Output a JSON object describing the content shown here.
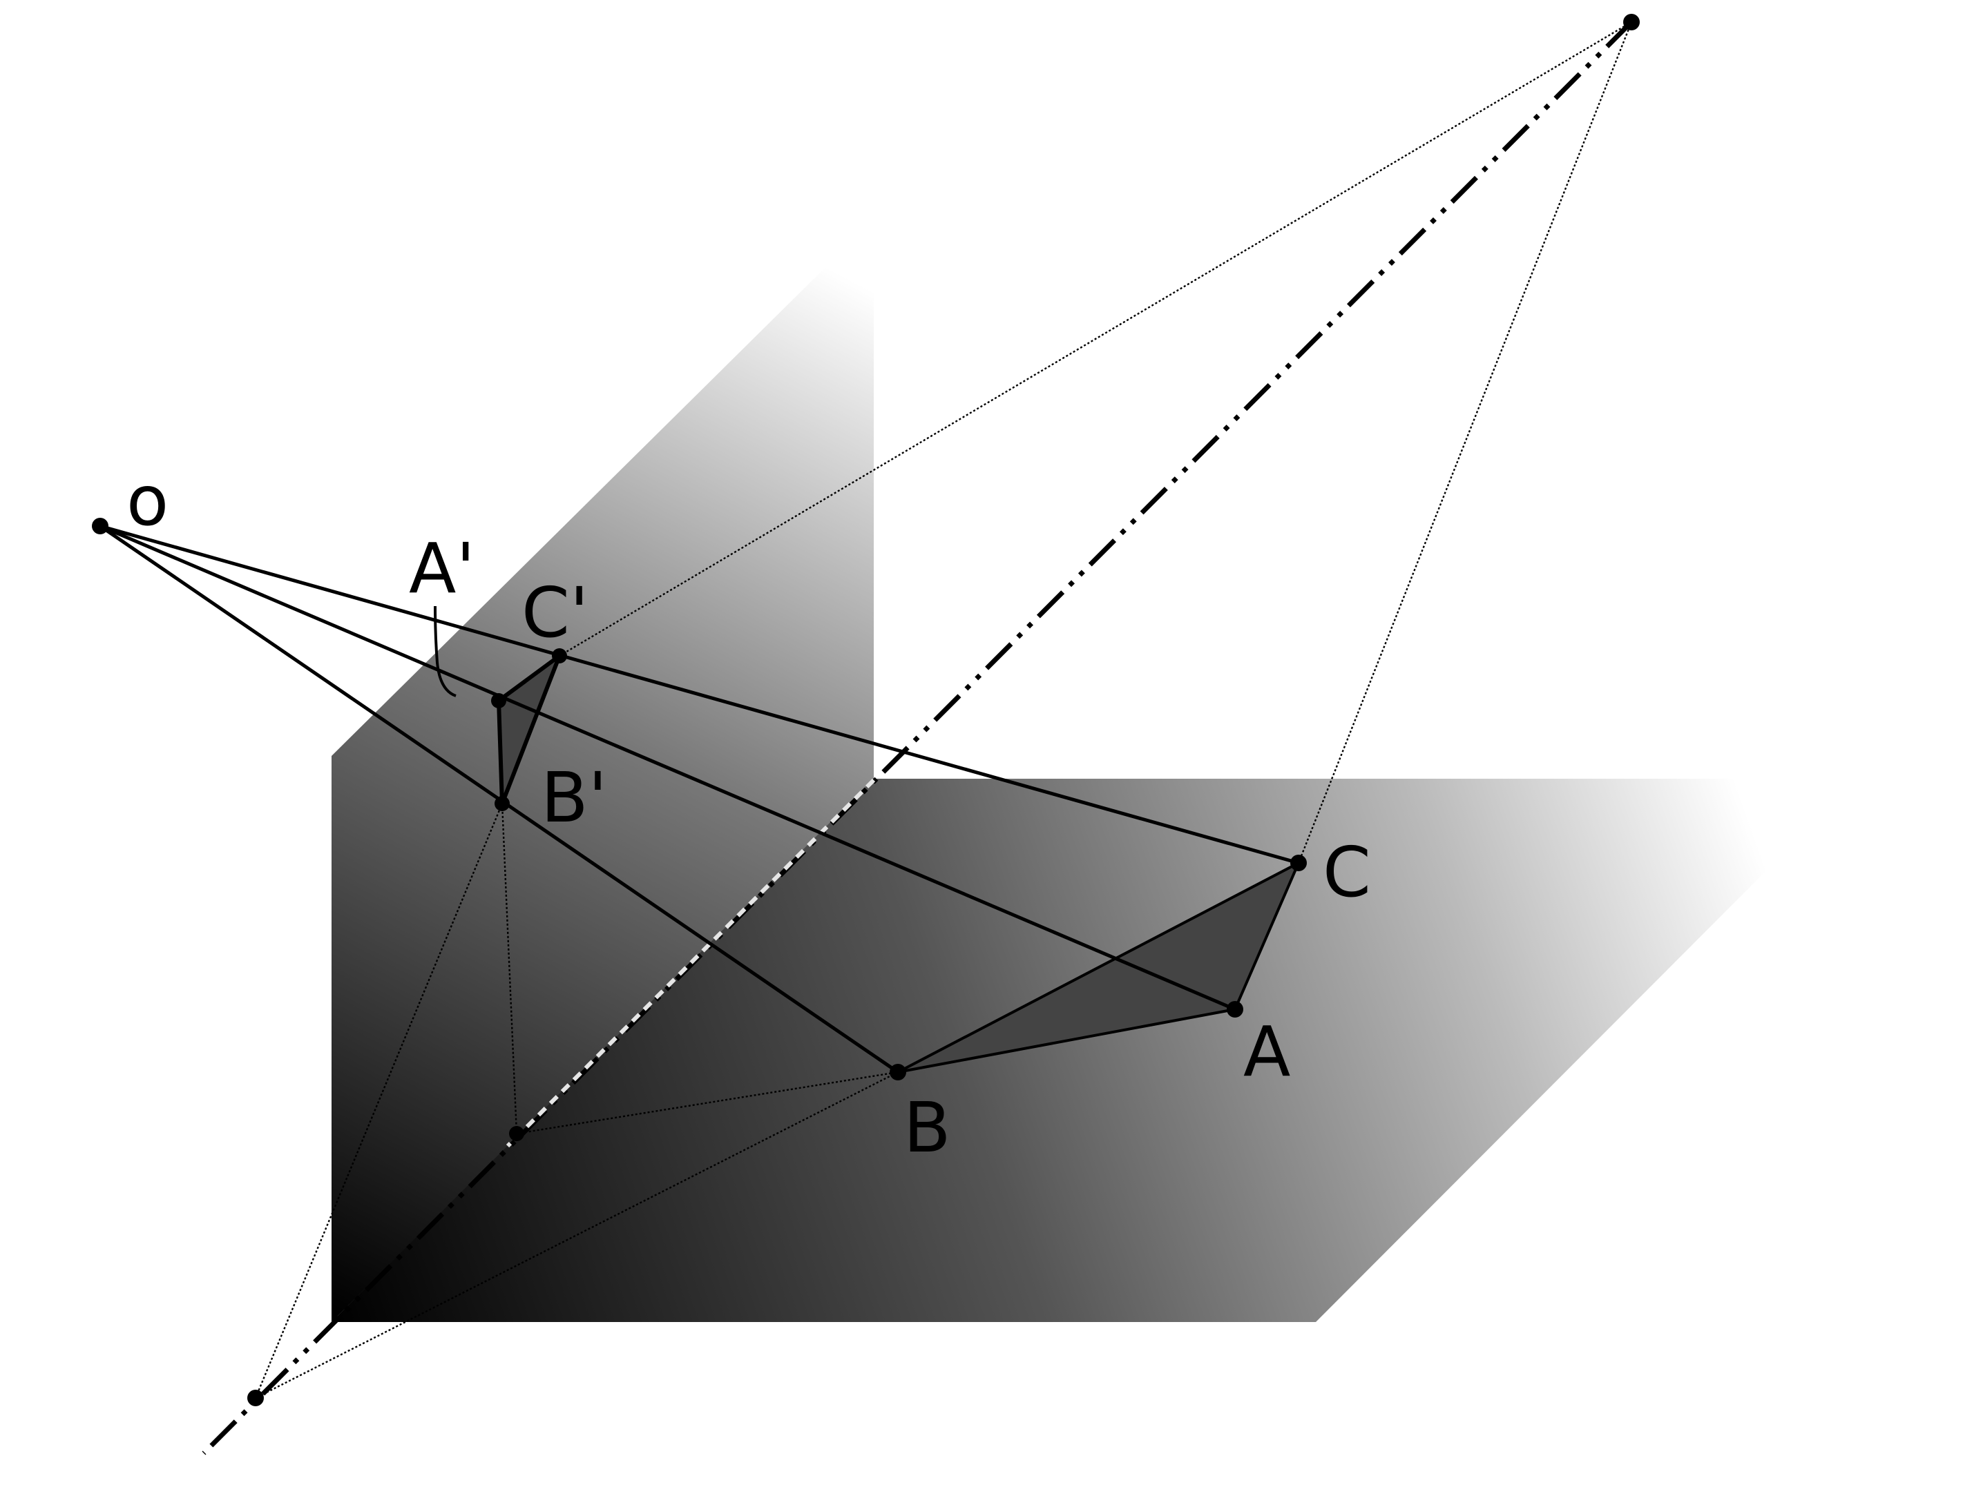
{
  "labels": {
    "o": "o",
    "a_prime": "A'",
    "b_prime": "B'",
    "c_prime": "C'",
    "a": "A",
    "b": "B",
    "c": "C"
  },
  "colors": {
    "plane_dark": "#000000",
    "plane_light": "#ffffff",
    "triangle_fill": "#444444",
    "line": "#000000",
    "background": "#ffffff"
  }
}
